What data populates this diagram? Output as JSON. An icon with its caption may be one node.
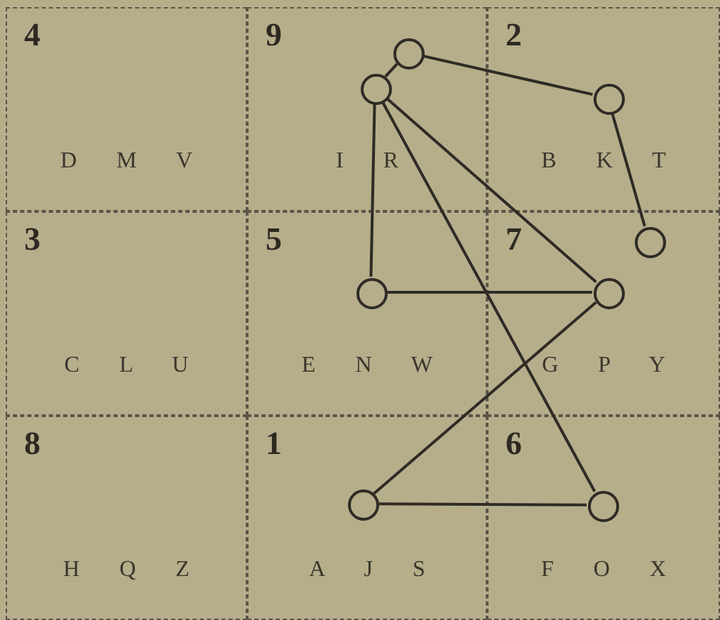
{
  "diagram": {
    "nodes": [
      {
        "text": [
          "4",
          "D M V"
        ]
      },
      {
        "text": [
          "9",
          "I R"
        ]
      },
      {
        "text": [
          "2",
          "B K T"
        ]
      },
      {
        "text": [
          "3",
          "C L U"
        ]
      },
      {
        "text": [
          "5",
          "E N W"
        ]
      },
      {
        "text": [
          "7",
          "G P Y"
        ]
      },
      {
        "text": [
          "8",
          "H Q Z"
        ]
      },
      {
        "text": [
          "1",
          "A J S"
        ]
      },
      {
        "text": [
          "6",
          "F O X"
        ]
      },
      {
        "text": [],
        "shape": "circle",
        "in": 1
      },
      {
        "text": [],
        "shape": "circle",
        "in": 1
      },
      {
        "text": [],
        "shape": "circle",
        "in": 2
      },
      {
        "text": [],
        "shape": "circle",
        "in": 5
      },
      {
        "text": [],
        "shape": "circle",
        "in": 4
      },
      {
        "text": [],
        "shape": "circle",
        "in": 5
      },
      {
        "text": [],
        "shape": "circle",
        "in": 7
      },
      {
        "text": [],
        "shape": "circle",
        "in": 8
      }
    ],
    "edges": [
      {
        "from": 9,
        "to": 10,
        "arrow": "none"
      },
      {
        "from": 9,
        "to": 11,
        "arrow": "none"
      },
      {
        "from": 11,
        "to": 12,
        "arrow": "none"
      },
      {
        "from": 10,
        "to": 13,
        "arrow": "none"
      },
      {
        "from": 10,
        "to": 14,
        "arrow": "none"
      },
      {
        "from": 10,
        "to": 16,
        "arrow": "none"
      },
      {
        "from": 13,
        "to": 14,
        "arrow": "none"
      },
      {
        "from": 14,
        "to": 15,
        "arrow": "none"
      },
      {
        "from": 15,
        "to": 16,
        "arrow": "none"
      }
    ]
  }
}
